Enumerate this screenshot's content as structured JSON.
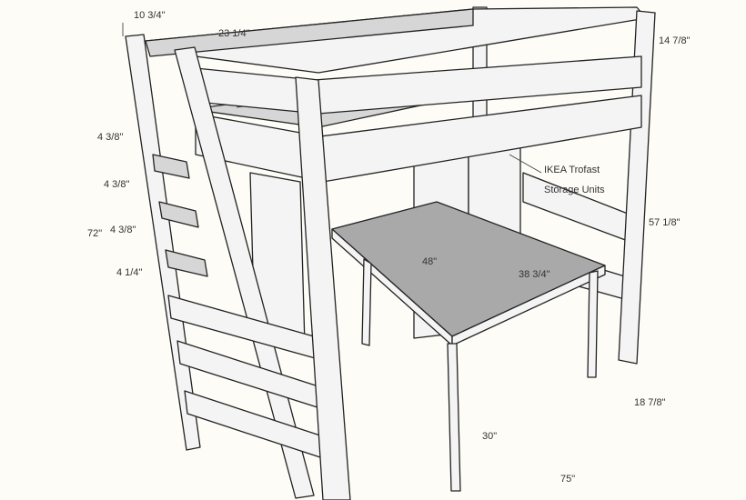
{
  "dimensions": {
    "top_rail_offset": "10 3/4\"",
    "top_rail_gap": "23 1/4\"",
    "guard_rail_height": "14 7/8\"",
    "rung_spacing_1": "4 3/8\"",
    "rung_spacing_2": "4 3/8\"",
    "rung_spacing_3": "4 3/8\"",
    "rung_spacing_4": "4 1/4\"",
    "overall_height": "72\"",
    "under_bed_height": "57 1/8\"",
    "desk_width": "48\"",
    "desk_depth": "38 3/4\"",
    "leg_offset": "18 7/8\"",
    "desk_height": "30\"",
    "overall_length": "75\""
  },
  "callout": {
    "line1": "IKEA Trofast",
    "line2": "Storage Units"
  }
}
